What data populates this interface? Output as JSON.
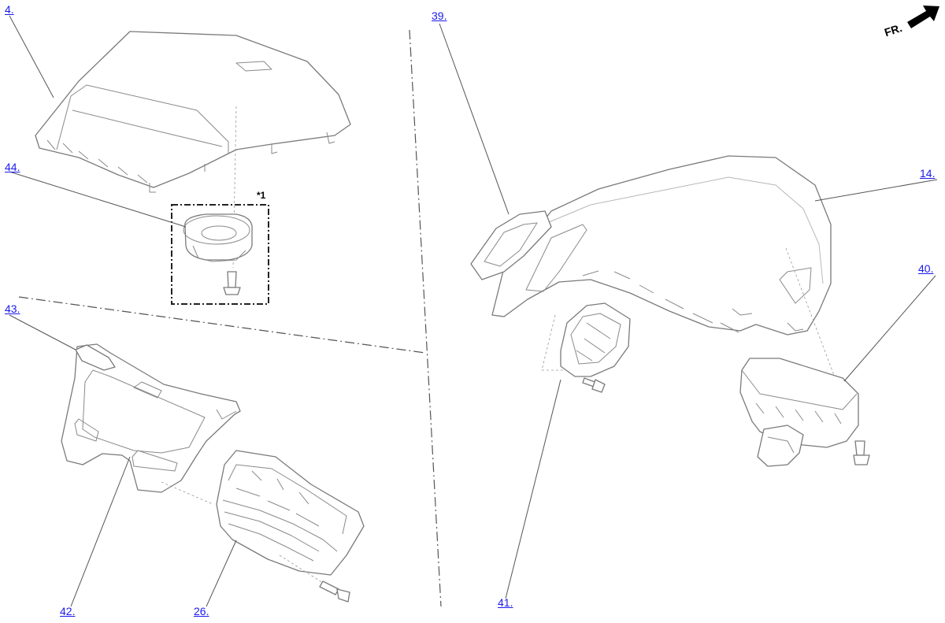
{
  "callouts": {
    "c4": "4.",
    "c44": "44.",
    "c43": "43.",
    "c42": "42.",
    "c26": "26.",
    "c39": "39.",
    "c14": "14.",
    "c40": "40.",
    "c41": "41."
  },
  "note_star1": "*1",
  "direction_label": "FR.",
  "colors": {
    "link": "#1a1aee",
    "line": "#7a7a7a"
  },
  "icons": [
    "front-direction-arrow-icon"
  ]
}
